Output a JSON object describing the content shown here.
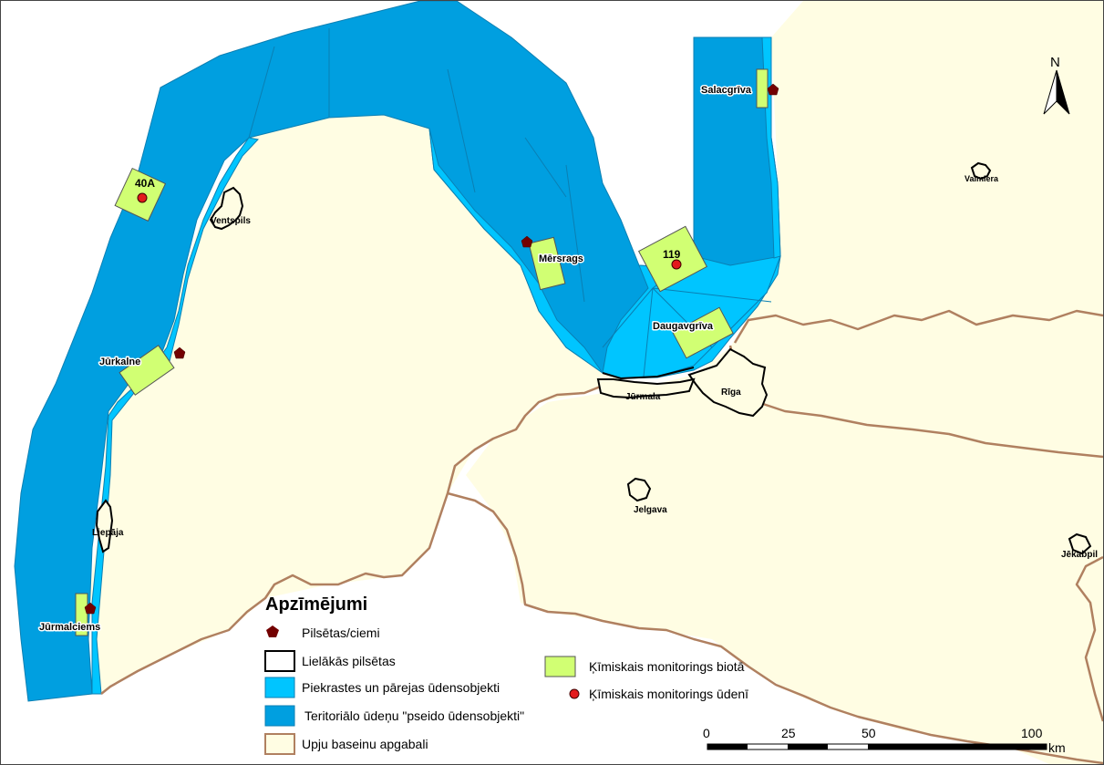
{
  "map": {
    "north_label": "N",
    "colors": {
      "land": "#fffde3",
      "coastal_water": "#00c5ff",
      "territorial_water": "#009fe0",
      "basin_border": "#b08060",
      "monitoring_biota": "#d1ff73",
      "monitoring_water": "#e31a1c",
      "town_marker": "#730000"
    },
    "towns": {
      "salacgriva": "Salacgrīva",
      "valmiera": "Valmiera",
      "ventspils": "Ventspils",
      "mersrags": "Mērsrags",
      "jurkalne": "Jūrkalne",
      "daugavgriva": "Daugavgrīva",
      "riga": "Rīga",
      "jurmala": "Jūrmala",
      "jelgava": "Jelgava",
      "liepaja": "Liepāja",
      "jekabpils": "Jēkabpil",
      "jurmalciems": "Jūrmalciems"
    },
    "stations": {
      "s40a": "40A",
      "s119": "119"
    }
  },
  "legend": {
    "title": "Apzīmējumi",
    "items": {
      "towns": "Pilsētas/ciemi",
      "major_cities": "Lielākās pilsētas",
      "coastal": "Piekrastes un pārejas ūdensobjekti",
      "territorial": "Teritoriālo ūdeņu \"pseido ūdensobjekti\"",
      "basins": "Upju baseinu apgabali",
      "biota": "Ķīmiskais monitorings biotā",
      "water": "Ķīmiskais monitorings ūdenī"
    }
  },
  "scale": {
    "ticks": [
      "0",
      "25",
      "50",
      "100"
    ],
    "unit": "km"
  }
}
